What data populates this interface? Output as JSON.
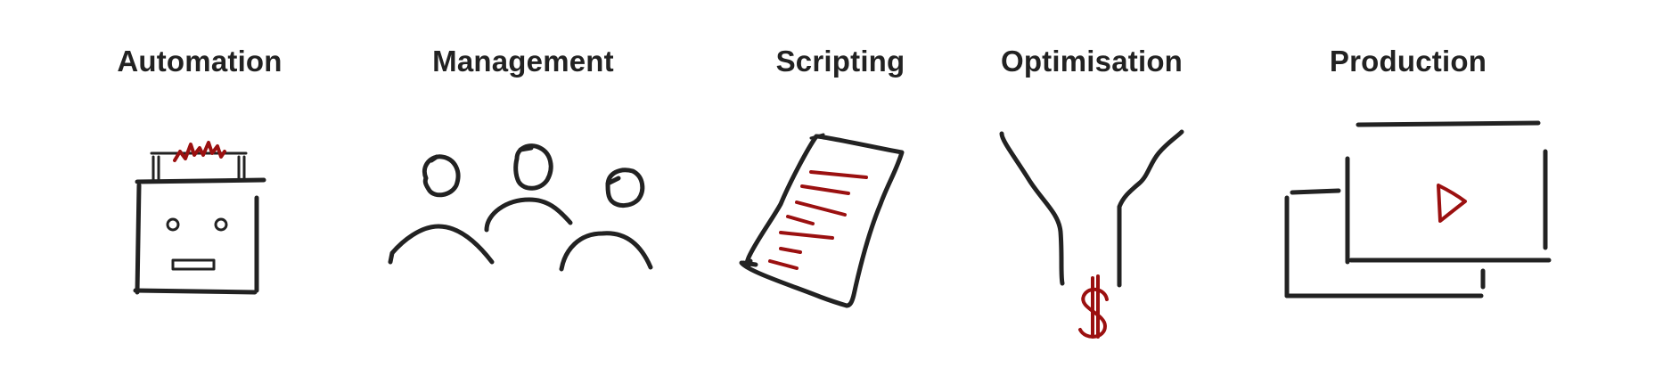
{
  "sections": [
    {
      "label": "Automation",
      "icon": "robot-icon"
    },
    {
      "label": "Management",
      "icon": "people-group-icon"
    },
    {
      "label": "Scripting",
      "icon": "script-document-icon"
    },
    {
      "label": "Optimisation",
      "icon": "funnel-dollar-icon"
    },
    {
      "label": "Production",
      "icon": "video-player-icon"
    }
  ],
  "colors": {
    "ink": "#222222",
    "accent": "#9b1010",
    "background": "#ffffff"
  }
}
